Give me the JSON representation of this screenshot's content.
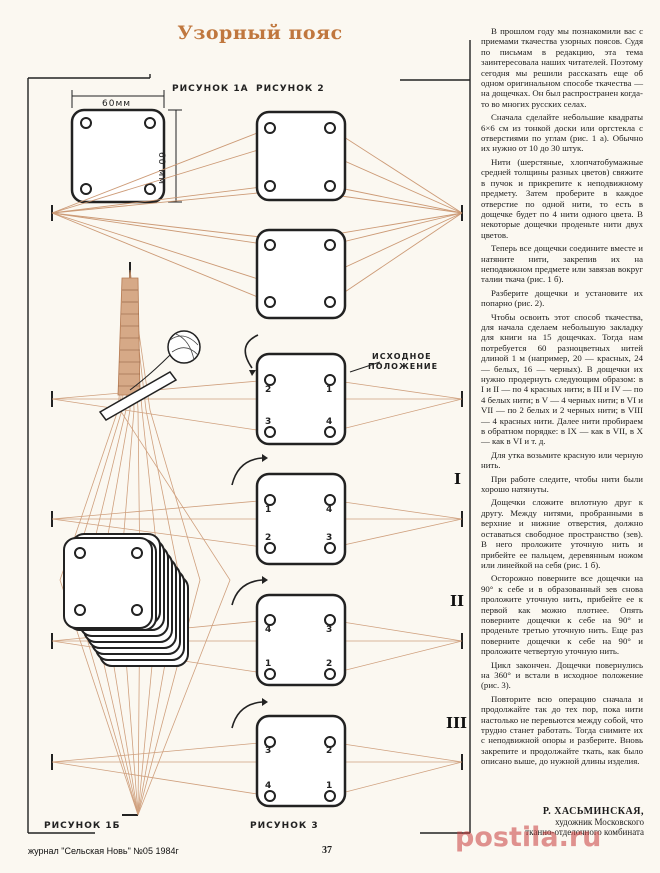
{
  "article": {
    "title": "Узорный пояс",
    "paragraphs": [
      "В прошлом году мы познакомили вас с приемами ткачества узорных поясов. Судя по письмам в редакцию, эта тема заинтересовала наших читателей. Поэтому сегодня мы решили рассказать еще об одном оригинальном способе ткачества — на дощечках. Он был распространен когда-то во многих русских селах.",
      "Сначала сделайте небольшие квадраты 6×6 см из тонкой доски или оргстекла с отверстиями по углам (рис. 1 а). Обычно их нужно от 10 до 30 штук.",
      "Нити (шерстяные, хлопчатобумажные средней толщины разных цветов) свяжите в пучок и прикрепите к неподвижному предмету. Затем проберите в каждое отверстие по одной нити, то есть в дощечке будет по 4 нити одного цвета. В некоторые дощечки проденьте нити двух цветов.",
      "Теперь все дощечки соедините вместе и натяните нити, закрепив их на неподвижном предмете или завязав вокруг талии ткача (рис. 1 б).",
      "Разберите дощечки и установите их попарно (рис. 2).",
      "Чтобы освоить этот способ ткачества, для начала сделаем небольшую закладку для книги на 15 дощечках. Тогда нам потребуется 60 разноцветных нитей длиной 1 м (например, 20 — красных, 24 — белых, 16 — черных). В дощечки их нужно продернуть следующим образом: в I и II — по 4 красных нити; в III и IV — по 4 белых нити; в V — 4 черных нити; в VI и VII — по 2 белых и 2 черных нити; в VIII — 4 красных нити. Далее нити пробираем в обратном порядке: в IX — как в VII, в X — как в VI и т. д.",
      "Для утка возьмите красную или черную нить.",
      "При работе следите, чтобы нити были хорошо натянуты.",
      "Дощечки сложите вплотную друг к другу. Между нитями, пробранными в верхние и нижние отверстия, должно оставаться свободное пространство (зев). В него проложите уточную нить и прибейте ее пальцем, деревянным ножом или линейкой на себя (рис. 1 б).",
      "Осторожно поверните все дощечки на 90° к себе и в образованный зев снова проложите уточную нить, прибейте ее к первой как можно плотнее. Опять поверните дощечки к себе на 90° и проденьте третью уточную нить. Еще раз поверните дощечки к себе на 90° и проложите четвертую уточную нить.",
      "Цикл закончен. Дощечки повернулись на 360° и встали в исходное положение (рис. 3).",
      "Повторите всю операцию сначала и продолжайте так до тех пор, пока нити настолько не перевьются между собой, что трудно станет работать. Тогда снимите их с неподвижной опоры и разберите. Вновь закрепите и продолжайте ткать, как было описано выше, до нужной длины изделия."
    ],
    "author_name": "Р. ХАСЬМИНСКАЯ,",
    "author_role": "художник Московского",
    "author_role2": "тканно-отделочного комбината"
  },
  "figures": {
    "fig1a_label": "РИСУНОК 1А",
    "fig2_label": "РИСУНОК 2",
    "fig1b_label": "РИСУНОК 1Б",
    "fig3_label": "РИСУНОК 3",
    "dim_w": "60мм",
    "dim_h": "60 мм",
    "start_pos_1": "ИСХОДНОЕ",
    "start_pos_2": "ПОЛОЖЕНИЕ",
    "roman_1": "I",
    "roman_2": "II",
    "roman_3": "III",
    "card_numbers": [
      [
        "2",
        "1",
        "3",
        "4"
      ],
      [
        "1",
        "4",
        "2",
        "3"
      ],
      [
        "4",
        "3",
        "1",
        "2"
      ],
      [
        "3",
        "2",
        "4",
        "1"
      ]
    ]
  },
  "footer": {
    "source": "журнал \"Сельская Новь\" №05 1984г",
    "page_number": "37",
    "watermark": "postila.ru"
  },
  "colors": {
    "title": "#c0773e",
    "thread": "#c8916a",
    "watermark": "#c83c3c"
  }
}
